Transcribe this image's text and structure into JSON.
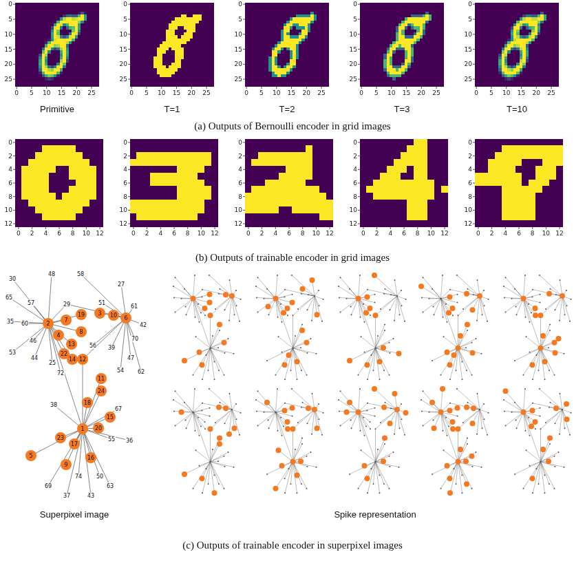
{
  "diagram": {
    "labels": [
      "0",
      "5",
      "10",
      "15",
      "20",
      "25",
      "0",
      "5",
      "10",
      "15",
      "20",
      "25",
      "0",
      "5",
      "10",
      "15",
      "20",
      "25",
      "0",
      "5",
      "10",
      "15",
      "20",
      "25",
      "0",
      "5",
      "10",
      "15",
      "20",
      "25",
      "0",
      "5",
      "10",
      "15",
      "20",
      "25",
      "0",
      "5",
      "10",
      "15",
      "20",
      "25",
      "0",
      "5",
      "10",
      "15",
      "20",
      "25",
      "0",
      "5",
      "10",
      "15",
      "20",
      "25",
      "0",
      "5",
      "10",
      "15",
      "20",
      "25",
      "Primitive",
      "T=1",
      "T=2",
      "T=3",
      "T=10",
      "(a) Outputs of Bernoulli encoder in grid images",
      "0",
      "2",
      "4",
      "6",
      "8",
      "10",
      "12",
      "0",
      "2",
      "4",
      "6",
      "8",
      "10",
      "12",
      "0",
      "2",
      "4",
      "6",
      "8",
      "10",
      "12",
      "0",
      "2",
      "4",
      "6",
      "8",
      "10",
      "12",
      "0",
      "2",
      "4",
      "6",
      "8",
      "10",
      "12",
      "0",
      "2",
      "4",
      "6",
      "8",
      "10",
      "12",
      "0",
      "2",
      "4",
      "6",
      "8",
      "10",
      "12",
      "0",
      "2",
      "4",
      "6",
      "8",
      "10",
      "12",
      "0",
      "2",
      "4",
      "6",
      "8",
      "10",
      "12",
      "0",
      "2",
      "4",
      "6",
      "8",
      "10",
      "12",
      "(b) Outputs of trainable encoder in grid images",
      "30",
      "48",
      "58",
      "27",
      "65",
      "57",
      "29",
      "51",
      "61",
      "35",
      "60",
      "2",
      "7",
      "19",
      "3",
      "10",
      "6",
      "42",
      "46",
      "4",
      "8",
      "70",
      "53",
      "13",
      "56",
      "39",
      "22",
      "14",
      "12",
      "44",
      "47",
      "25",
      "62",
      "72",
      "11",
      "54",
      "24",
      "18",
      "38",
      "67",
      "15",
      "1",
      "20",
      "23",
      "55",
      "36",
      "17",
      "5",
      "16",
      "9",
      "74",
      "50",
      "69",
      "37",
      "43",
      "63",
      "Superpixel image",
      "Spike representation",
      "(c) Outputs of trainable encoder in superpixel images"
    ]
  }
}
